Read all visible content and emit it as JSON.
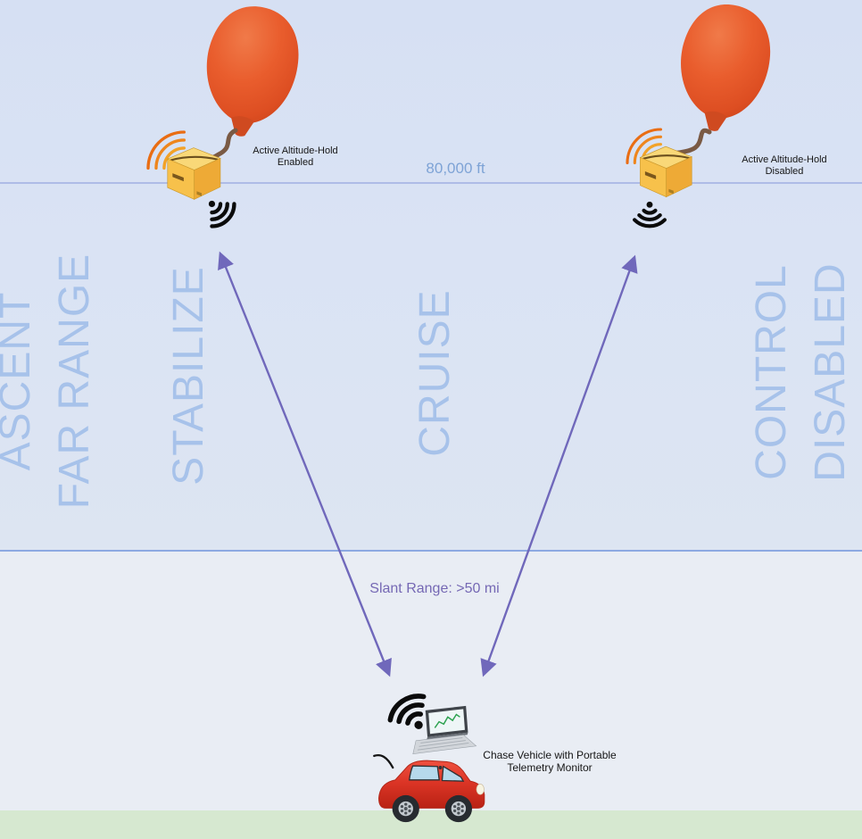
{
  "phase_labels": {
    "ascent": "ASCENT",
    "far_range": "FAR RANGE",
    "stabilize": "STABILIZE",
    "cruise": "CRUISE",
    "control": "CONTROL",
    "disabled": "DISABLED"
  },
  "altitude_line": {
    "label": "80,000 ft"
  },
  "left_balloon": {
    "caption_line1": "Active Altitude-Hold",
    "caption_line2": "Enabled"
  },
  "right_balloon": {
    "caption_line1": "Active Altitude-Hold",
    "caption_line2": "Disabled"
  },
  "slant_range": {
    "label": "Slant Range: >50 mi"
  },
  "chase_vehicle": {
    "caption_line1": "Chase Vehicle with Portable",
    "caption_line2": "Telemetry Monitor"
  },
  "icons": {
    "balloon": "balloon-icon",
    "package": "package-icon",
    "radio_waves": "radio-waves-icon",
    "wifi": "wifi-signal-icon",
    "laptop": "laptop-icon",
    "car": "car-icon"
  },
  "colors": {
    "sky": "#d8e2f4",
    "lower_sky": "#e9edf4",
    "ground": "#d6e8d0",
    "altitude_line": "#aebce7",
    "boundary_line": "#8da9e2",
    "phase_text": "#a7c2ea",
    "altitude_text": "#7ea3d6",
    "arrow": "#7068bb",
    "slant_text": "#7568b4",
    "balloon": "#e85c2c",
    "package": "#f6c14b"
  }
}
